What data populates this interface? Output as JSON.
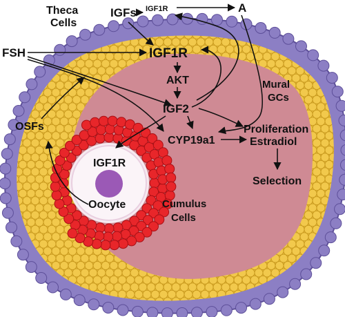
{
  "labels": {
    "theca_cells_line1": "Theca",
    "theca_cells_line2": "Cells",
    "igfs": "IGFs",
    "igf1r_top": "IGF1R",
    "a": "A",
    "fsh": "FSH",
    "igf1r_main": "IGF1R",
    "akt": "AKT",
    "igf2": "IGF2",
    "mural_gcs_line1": "Mural",
    "mural_gcs_line2": "GCs",
    "osfs": "OSFs",
    "proliferation": "Proliferation",
    "cyp19a1": "CYP19a1",
    "estradiol": "Estradiol",
    "igf1r_oocyte": "IGF1R",
    "selection": "Selection",
    "oocyte": "Oocyte",
    "cumulus_cells_line1": "Cumulus",
    "cumulus_cells_line2": "Cells"
  },
  "colors": {
    "theca_layer": "#8c7fc4",
    "theca_edge": "#5d4f99",
    "granulosa_cell": "#f2c94c",
    "granulosa_edge": "#c99a1e",
    "antrum": "#cf8a94",
    "cumulus_cell": "#e8262a",
    "zona": "#f6eaf0",
    "oocyte_nucleus": "#9b59b6",
    "text": "#111111"
  }
}
